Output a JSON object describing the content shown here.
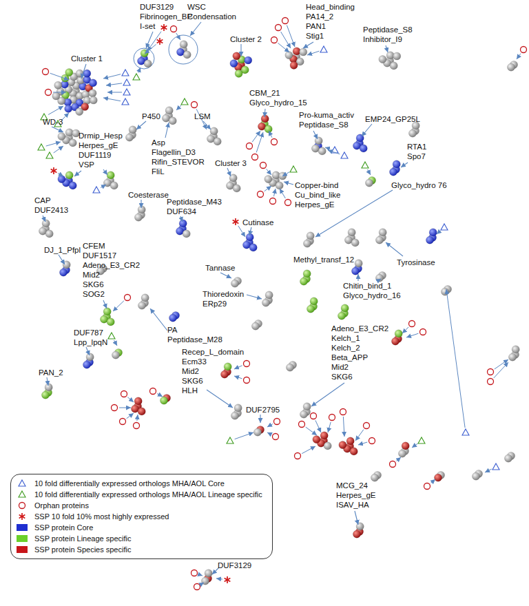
{
  "diagram": {
    "labels": [
      "DUF3129",
      "Fibrinogen_BP",
      "I-set",
      "WSC",
      "Condensation",
      "Head_binding",
      "PA14_2",
      "PAN1",
      "Stig1",
      "Peptidase_S8",
      "Inhibitor_I9",
      "Cluster 2",
      "Cluster 1",
      "CBM_21",
      "Glyco_hydro_15",
      "Pro-kuma_activ",
      "Peptidase_S8",
      "EMP24_GP25L",
      "WD-3",
      "P450",
      "LSM",
      "Drmip_Hesp",
      "Herpes_gE",
      "DUF1119",
      "VSP",
      "Asp",
      "Flagellin_D3",
      "Rifin_STEVOR",
      "FliL",
      "RTA1",
      "Spo7",
      "Cluster 3",
      "Copper-bind",
      "Cu_bind_like",
      "Herpes_gE",
      "Glyco_hydro 76",
      "CAP",
      "DUF2413",
      "Coesterase",
      "Peptidase_M43",
      "DUF634",
      "Cutinase",
      "DJ_1_Pfpl",
      "CFEM",
      "DUF1517",
      "Adeno_E3_CR2",
      "Mid2",
      "SKG6",
      "SOG2",
      "Tannase",
      "Methyl_transf_12",
      "Tyrosinase",
      "Chitin_bind_1",
      "Glyco_hydro_16",
      "Thioredoxin",
      "ERp29",
      "PA",
      "Peptidase_M28",
      "DUF787",
      "Lpp_lpqN",
      "Recep_L_domain",
      "Ecm33",
      "Mid2",
      "SKG6",
      "HLH",
      "Adeno_E3_CR2",
      "Kelch_1",
      "Kelch_2",
      "Beta_APP",
      "Mid2",
      "SKG6",
      "PAN_2",
      "DUF2795",
      "MCG_24",
      "Herpes_gE",
      "ISAV_HA",
      "DUF3129"
    ],
    "legend": [
      {
        "text": "10 fold differentially expressed orthologs MHA/AOL Core"
      },
      {
        "text": "10 fold differentially expressed orthologs MHA/AOL Lineage specific"
      },
      {
        "text": "Orphan proteins"
      },
      {
        "text": "SSP 10 fold 10% most highly expressed"
      },
      {
        "text": "SSP protein Core",
        "color": "#1f2fd0"
      },
      {
        "text": "SSP protein Lineage specific",
        "color": "#6ad02a"
      },
      {
        "text": "SSP protein Species specific",
        "color": "#c8151a"
      }
    ]
  }
}
